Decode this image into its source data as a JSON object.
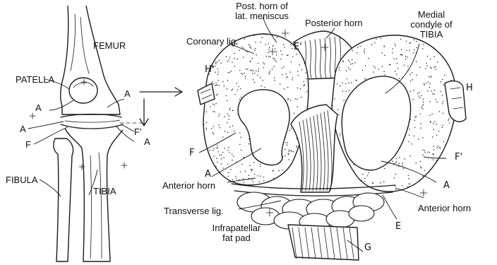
{
  "left_view": {
    "femur": "FEMUR",
    "patella": "PATELLA",
    "fibula": "FIBULA",
    "tibia": "TIBIA",
    "a_upper_left": "A",
    "a_upper_right": "A",
    "a_mid_left": "A",
    "a_lower_right": "A",
    "f_left": "F",
    "f_prime_right": "F'"
  },
  "right_view": {
    "post_horn_lat_meniscus": [
      "Post. horn of",
      "lat. meniscus"
    ],
    "coronary_lig": "Coronary lig.",
    "posterior_horn": "Posterior horn",
    "medial_condyle": [
      "Medial",
      "condyle of",
      "TIBIA"
    ],
    "e_prime": "E'",
    "h_prime": "H'",
    "h": "H",
    "f": "F",
    "f_prime": "F'",
    "a_left": "A",
    "a_right": "A",
    "anterior_horn_left": "Anterior horn",
    "anterior_horn_right": "Anterior horn",
    "transverse_lig": "Transverse lig.",
    "e": "E",
    "infrapatellar_fat_pad": [
      "Infrapatellar",
      "fat pad"
    ],
    "g": "G"
  }
}
